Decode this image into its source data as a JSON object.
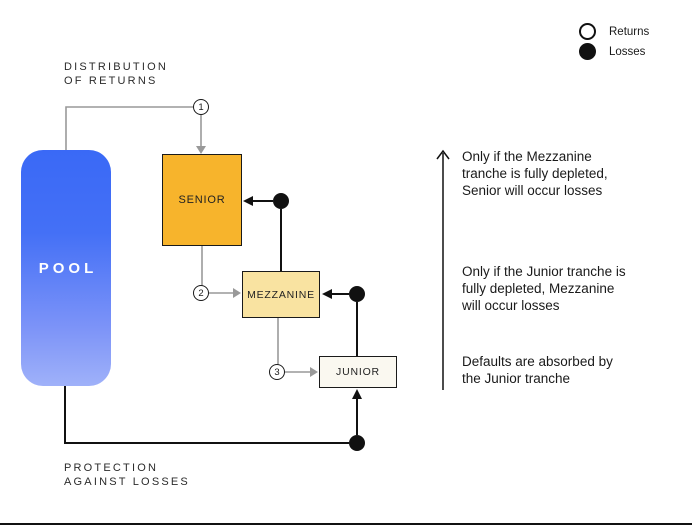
{
  "diagram": {
    "pool_label": "POOL",
    "labels": {
      "distribution": "DISTRIBUTION\nOF RETURNS",
      "protection": "PROTECTION\nAGAINST LOSSES"
    },
    "tranches": [
      {
        "name": "SENIOR",
        "step": "1"
      },
      {
        "name": "MEZZANINE",
        "step": "2"
      },
      {
        "name": "JUNIOR",
        "step": "3"
      }
    ],
    "notes": [
      "Only if the Mezzanine\ntranche is fully depleted,\nSenior will occur losses",
      "Only if the Junior tranche is\nfully depleted, Mezzanine\nwill occur losses",
      "Defaults are absorbed by\nthe Junior tranche"
    ],
    "legend": [
      {
        "symbol": "open-circle",
        "label": "Returns"
      },
      {
        "symbol": "filled-circle",
        "label": "Losses"
      }
    ],
    "colors": {
      "pool_gradient_top": "#3A69F6",
      "pool_gradient_bottom": "#9FB1F9",
      "senior_fill": "#F7B42C",
      "mezzanine_fill": "#F9E3A1",
      "junior_fill": "#FAF8F0",
      "returns_line": "#999999",
      "losses_line": "#111111"
    }
  }
}
